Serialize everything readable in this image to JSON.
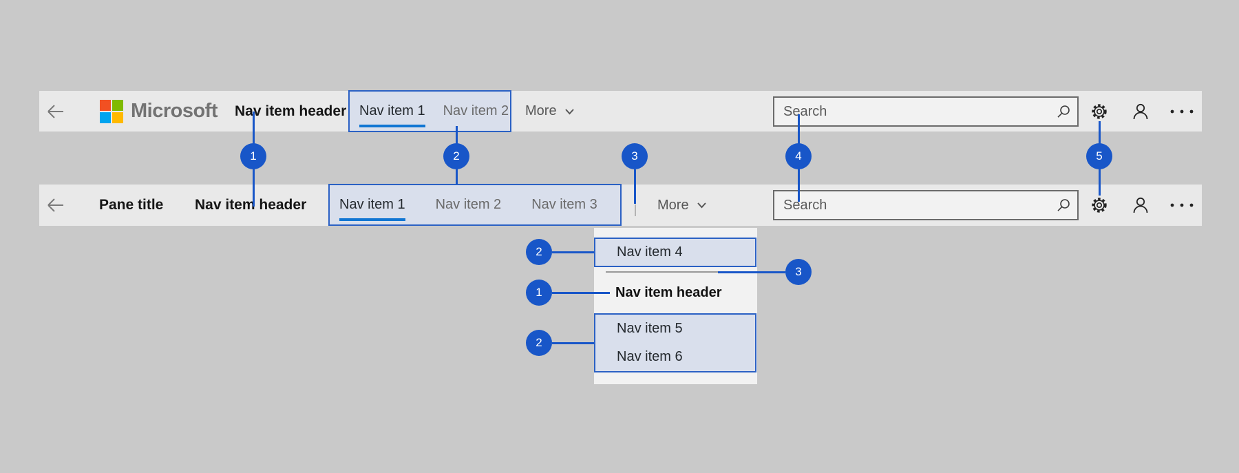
{
  "colors": {
    "callout_blue": "#1856c8",
    "selection_border": "#2b61c4",
    "selection_fill": "#d9dfec",
    "selected_underline": "#1176d3",
    "bar_background": "#e9e9e9",
    "flyout_background": "#f2f2f2",
    "page_background": "#c9c9c9",
    "logo_red": "#f25022",
    "logo_green": "#7fba00",
    "logo_blue": "#00a4ef",
    "logo_yellow": "#ffb900"
  },
  "top_bar": {
    "logo_text": "Microsoft",
    "nav_item_header": "Nav item header",
    "nav_items": [
      {
        "label": "Nav item 1"
      },
      {
        "label": "Nav item 2"
      }
    ],
    "more_label": "More",
    "search_placeholder": "Search"
  },
  "pane_bar": {
    "pane_title": "Pane title",
    "nav_item_header": "Nav item header",
    "nav_items": [
      {
        "label": "Nav item 1"
      },
      {
        "label": "Nav item 2"
      },
      {
        "label": "Nav item 3"
      }
    ],
    "more_label": "More",
    "search_placeholder": "Search"
  },
  "flyout": {
    "item_4": "Nav item 4",
    "header": "Nav item header",
    "item_5": "Nav item 5",
    "item_6": "Nav item 6"
  },
  "callouts": {
    "n1": "1",
    "n2": "2",
    "n3": "3",
    "n4": "4",
    "n5": "5"
  }
}
